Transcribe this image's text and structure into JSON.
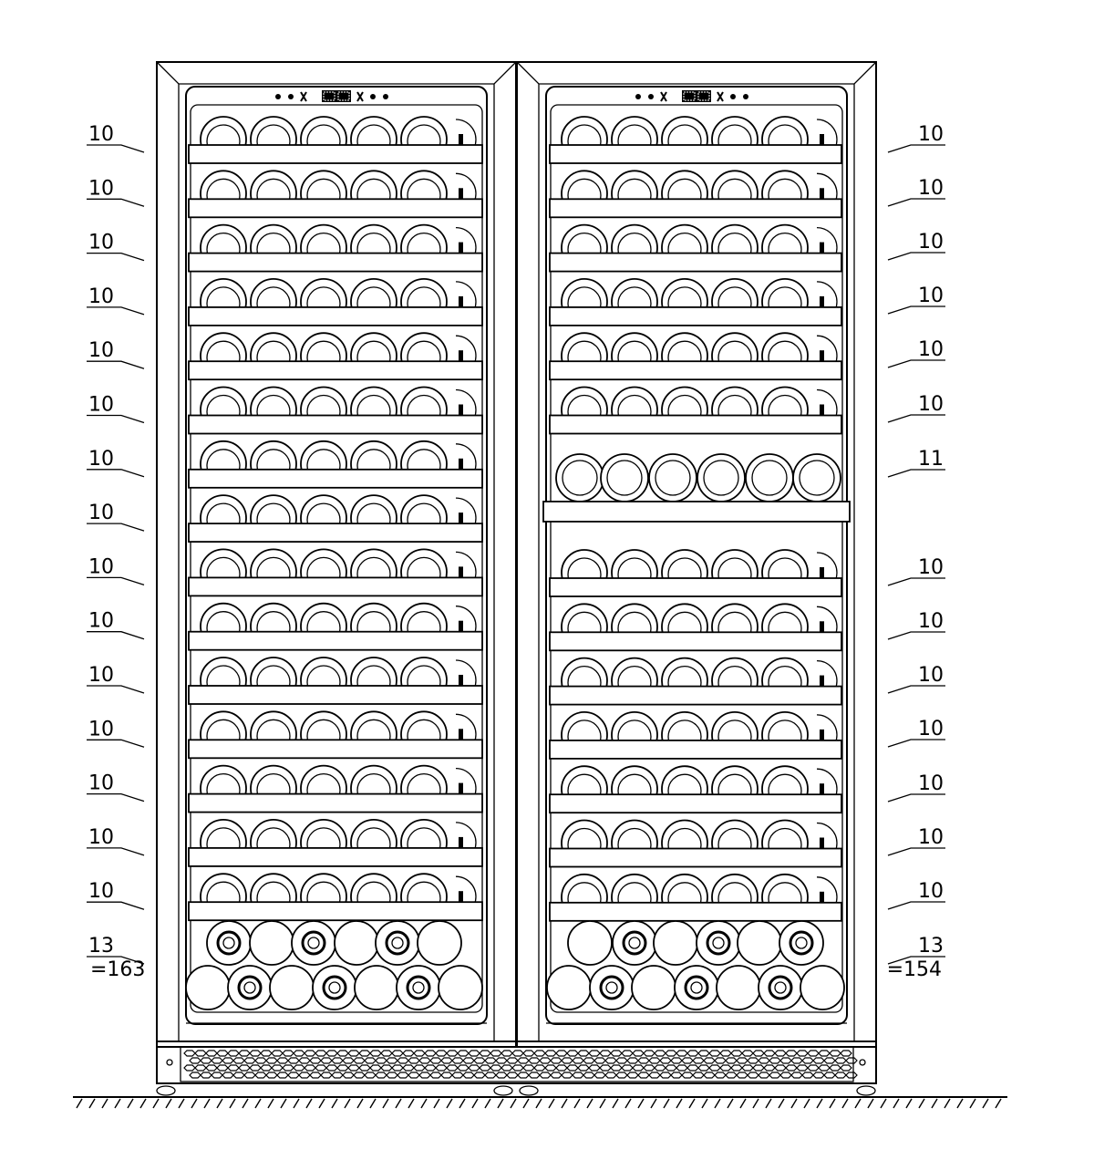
{
  "figure": {
    "left_cabinet": {
      "shelf_counts": [
        "10",
        "10",
        "10",
        "10",
        "10",
        "10",
        "10",
        "10",
        "10",
        "10",
        "10",
        "10",
        "10",
        "10",
        "10"
      ],
      "bottom_count": "13",
      "total": "=163"
    },
    "right_cabinet": {
      "shelf_counts": [
        "10",
        "10",
        "10",
        "10",
        "10",
        "10",
        "11",
        "10",
        "10",
        "10",
        "10",
        "10",
        "10",
        "10"
      ],
      "bottom_count": "13",
      "total": "=154"
    },
    "colors": {
      "line": "#000000",
      "background": "#ffffff"
    }
  }
}
